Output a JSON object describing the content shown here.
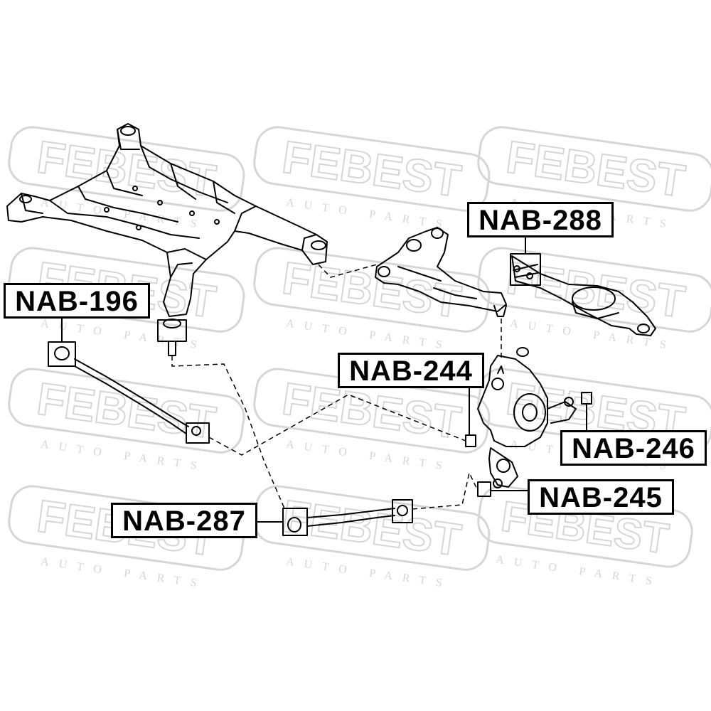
{
  "watermark": {
    "brand": "FEBEST",
    "tagline": "AUTO PARTS"
  },
  "labels": {
    "nab_288": "NAB-288",
    "nab_196": "NAB-196",
    "nab_244": "NAB-244",
    "nab_246": "NAB-246",
    "nab_245": "NAB-245",
    "nab_287": "NAB-287"
  },
  "colors": {
    "ink": "#000000",
    "watermark": "#d6d6d6",
    "background": "#ffffff"
  }
}
